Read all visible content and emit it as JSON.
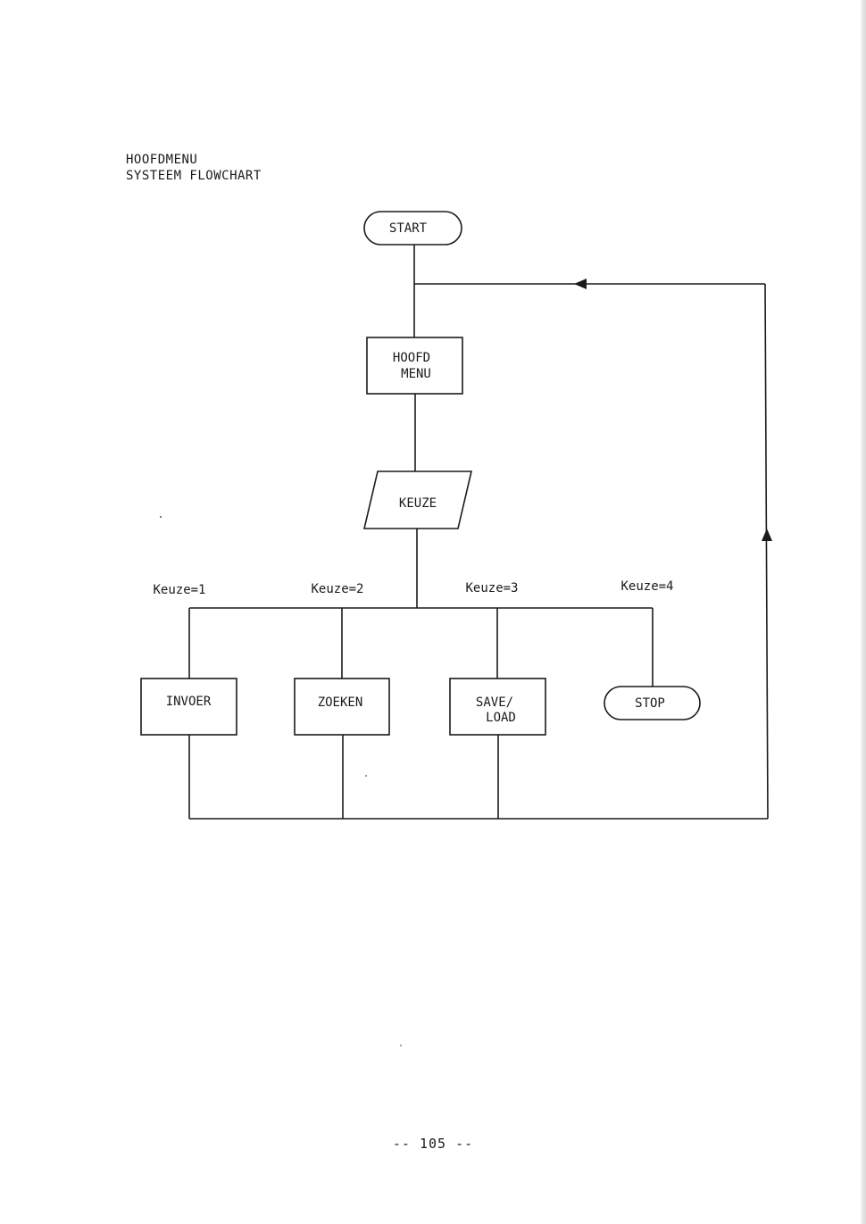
{
  "heading": {
    "line1": "HOOFDMENU",
    "line2": "SYSTEEM FLOWCHART"
  },
  "nodes": {
    "start": "START",
    "hoofdmenu_line1": "HOOFD",
    "hoofdmenu_line2": "MENU",
    "keuze": "KEUZE",
    "invoer": "INVOER",
    "zoeken": "ZOEKEN",
    "save_load_line1": "SAVE/",
    "save_load_line2": "LOAD",
    "stop": "STOP"
  },
  "branches": {
    "keuze1": "Keuze=1",
    "keuze2": "Keuze=2",
    "keuze3": "Keuze=3",
    "keuze4": "Keuze=4"
  },
  "page_number": "-- 105 --"
}
